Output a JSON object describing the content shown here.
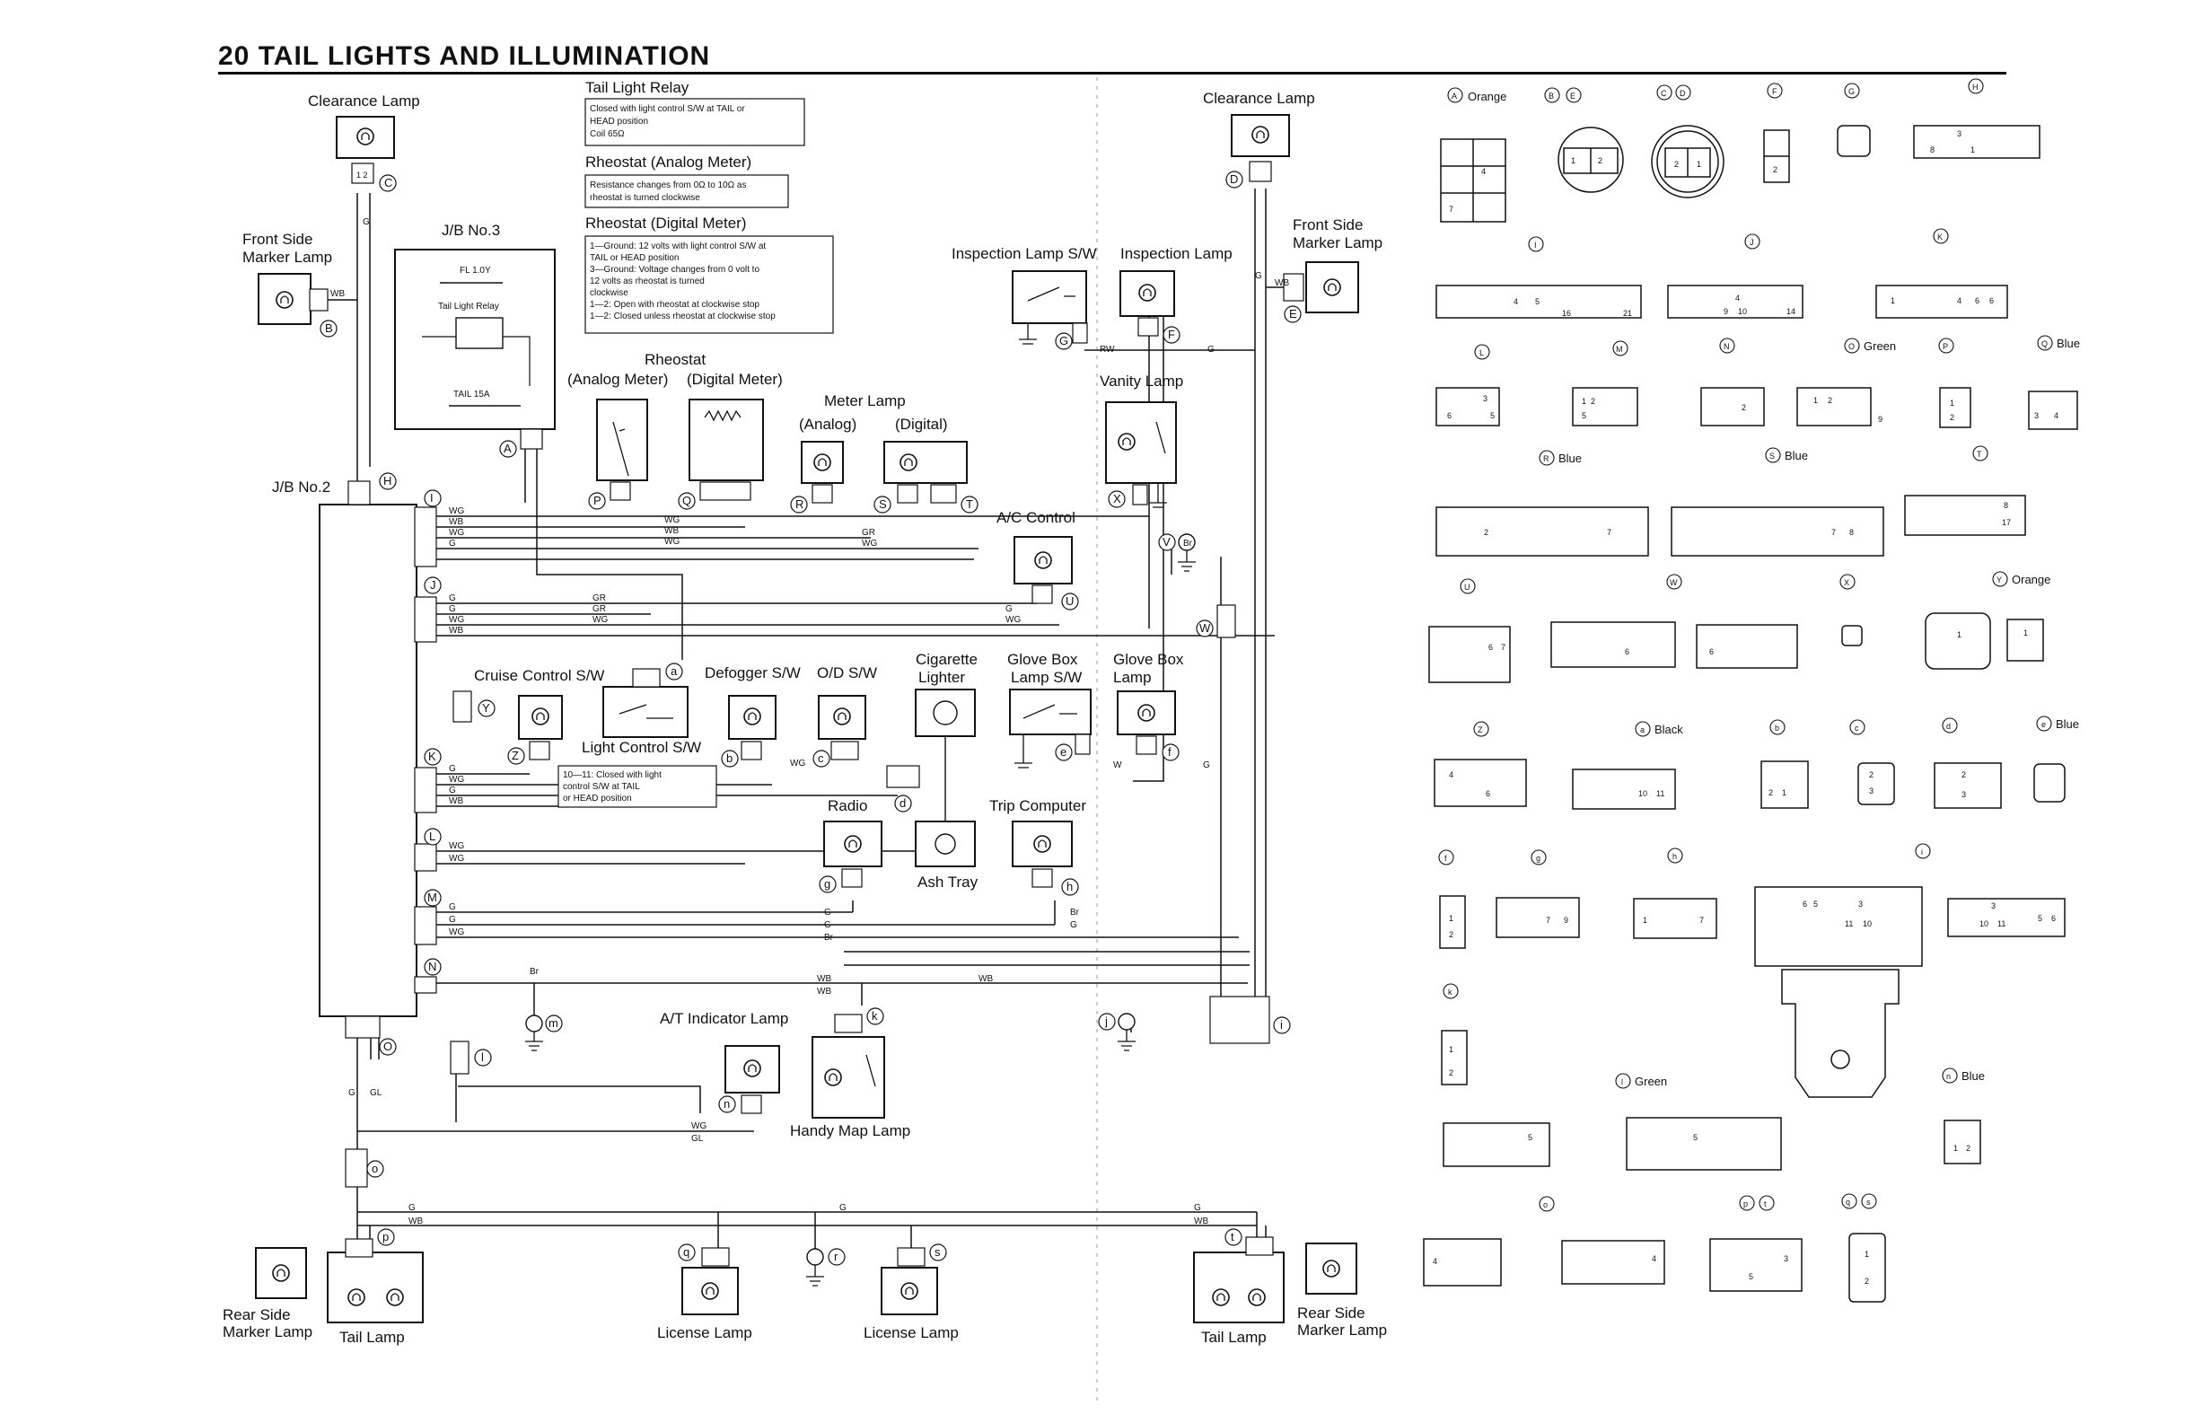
{
  "title": "20 TAIL LIGHTS AND ILLUMINATION",
  "components": {
    "clearance_lamp_l": "Clearance Lamp",
    "clearance_lamp_r": "Clearance Lamp",
    "front_side_marker_l": [
      "Front Side",
      "Marker Lamp"
    ],
    "front_side_marker_r": [
      "Front Side",
      "Marker Lamp"
    ],
    "jb3": "J/B No.3",
    "jb2": "J/B No.2",
    "fl": "FL 1.0Y",
    "tail_light_relay_box": "Tail Light Relay",
    "tail_fuse": "TAIL 15A",
    "rheostat": "Rheostat",
    "rheostat_analog": "(Analog Meter)",
    "rheostat_digital": "(Digital Meter)",
    "meter_lamp": "Meter Lamp",
    "meter_analog": "(Analog)",
    "meter_digital": "(Digital)",
    "inspection_lamp_sw": "Inspection Lamp S/W",
    "inspection_lamp": "Inspection Lamp",
    "vanity_lamp": "Vanity Lamp",
    "ac_control": "A/C Control",
    "cruise_control_sw": "Cruise Control S/W",
    "light_control_sw": "Light Control S/W",
    "defogger_sw": "Defogger S/W",
    "od_sw": "O/D S/W",
    "cigarette_lighter": [
      "Cigarette",
      "Lighter"
    ],
    "glove_box_lamp_sw": [
      "Glove Box",
      "Lamp S/W"
    ],
    "glove_box_lamp": [
      "Glove Box",
      "Lamp"
    ],
    "radio": "Radio",
    "ash_tray": "Ash Tray",
    "trip_computer": "Trip Computer",
    "at_indicator_lamp": "A/T Indicator Lamp",
    "handy_map_lamp": "Handy Map Lamp",
    "rear_side_marker_l": [
      "Rear Side",
      "Marker Lamp"
    ],
    "rear_side_marker_r": [
      "Rear Side",
      "Marker Lamp"
    ],
    "tail_lamp_l": "Tail Lamp",
    "tail_lamp_r": "Tail Lamp",
    "license_lamp_1": "License Lamp",
    "license_lamp_2": "License Lamp"
  },
  "notes": {
    "tail_light_relay": {
      "heading": "Tail Light Relay",
      "lines": [
        "Closed with light control S/W at TAIL or",
        "HEAD position",
        "Coil 65Ω"
      ]
    },
    "rheostat_analog": {
      "heading": "Rheostat (Analog Meter)",
      "lines": [
        "Resistance changes from 0Ω to 10Ω as",
        "rheostat is turned clockwise"
      ]
    },
    "rheostat_digital": {
      "heading": "Rheostat (Digital Meter)",
      "lines": [
        "1—Ground:   12 volts with light control S/W at",
        "                  TAIL or HEAD position",
        "3—Ground:   Voltage changes from 0 volt to",
        "                  12 volts as rheostat is turned",
        "                  clockwise",
        "1—2:  Open with rheostat at clockwise stop",
        "1—2:  Closed unless rheostat at clockwise stop"
      ]
    },
    "light_control_sw": {
      "lines": [
        "10—11:  Closed with light",
        "            control S/W at TAIL",
        "            or HEAD position"
      ]
    }
  },
  "connector_letters": {
    "A": "A",
    "B": "B",
    "C": "C",
    "D": "D",
    "E": "E",
    "F": "F",
    "G": "G",
    "H": "H",
    "I": "I",
    "J": "J",
    "K": "K",
    "L": "L",
    "M": "M",
    "N": "N",
    "O": "O",
    "P": "P",
    "Q": "Q",
    "R": "R",
    "S": "S",
    "T": "T",
    "U": "U",
    "V": "V",
    "W": "W",
    "X": "X",
    "Y": "Y",
    "Z": "Z",
    "a": "a",
    "b": "b",
    "c": "c",
    "d": "d",
    "e": "e",
    "f": "f",
    "g": "g",
    "h": "h",
    "i": "i",
    "j": "j",
    "k": "k",
    "l": "l",
    "m": "m",
    "n": "n",
    "o": "o",
    "p": "p",
    "q": "q",
    "r": "r",
    "s": "s",
    "t": "t"
  },
  "wire_colors": {
    "g": "G",
    "wb": "WB",
    "wg": "WG",
    "gr": "GR",
    "gl": "GL",
    "br": "Br",
    "w": "W",
    "rw": "RW"
  },
  "connector_colors": {
    "orange": "Orange",
    "blue": "Blue",
    "green": "Green",
    "black": "Black"
  },
  "pin_numbers": [
    "1",
    "2",
    "3",
    "4",
    "5",
    "6",
    "7",
    "8",
    "9",
    "10",
    "11",
    "14",
    "16",
    "17",
    "21"
  ],
  "colors": {
    "ink": "#111111",
    "paper": "#ffffff",
    "rule": "#000000"
  }
}
